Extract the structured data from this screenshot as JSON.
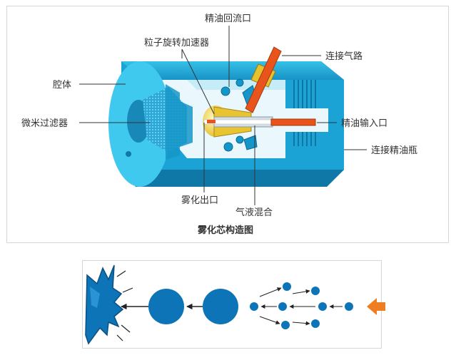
{
  "diagram": {
    "labels": {
      "refined_oil_return": "精油回流口",
      "particle_accelerator": "粒子旋转加速器",
      "air_connection": "连接气路",
      "cavity": "腔体",
      "micro_filter": "微米过滤器",
      "refined_oil_inlet": "精油输入口",
      "bottle_connection": "连接精油瓶",
      "atomization_outlet": "雾化出口",
      "gas_liquid_mixing": "气液混合"
    },
    "caption": "雾化芯构造图"
  },
  "colors": {
    "body_light": "#3cc8ec",
    "body_mid": "#1ea6d6",
    "body_dark": "#0e6f9c",
    "interior": "#f4fbff",
    "tube_orange": "#e8541c",
    "gold": "#f0d23c",
    "drop_blue": "#0e74b8",
    "arrow_orange": "#ef7d22"
  }
}
